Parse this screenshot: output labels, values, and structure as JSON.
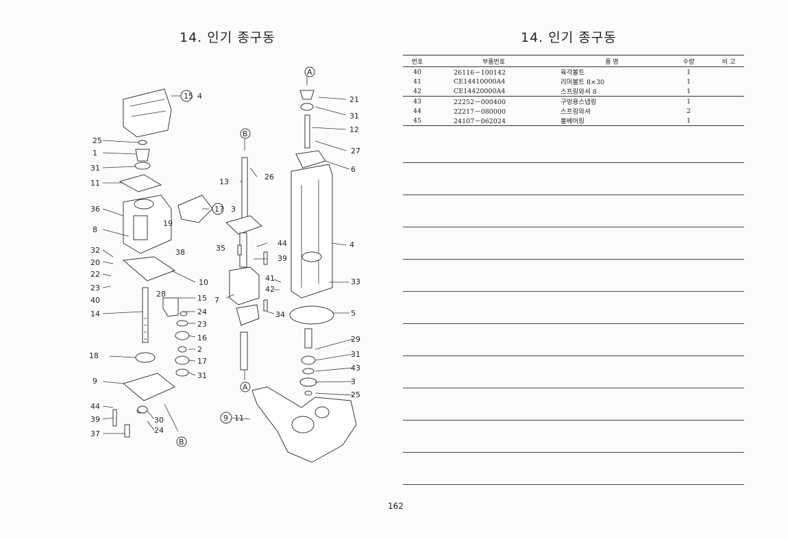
{
  "left_page": {
    "title": "14. 인기 종구동"
  },
  "right_page": {
    "title": "14. 인기 종구동"
  },
  "diagram": {
    "labels": [
      "15",
      "4",
      "21",
      "31",
      "12",
      "27",
      "6",
      "25",
      "1",
      "31",
      "11",
      "26",
      "13",
      "36",
      "17",
      "3",
      "8",
      "19",
      "38",
      "44",
      "35",
      "39",
      "4",
      "32",
      "20",
      "22",
      "23",
      "40",
      "10",
      "41",
      "42",
      "33",
      "28",
      "15",
      "7",
      "14",
      "24",
      "23",
      "34",
      "5",
      "16",
      "2",
      "17",
      "29",
      "31",
      "43",
      "18",
      "31",
      "9",
      "3",
      "25",
      "44",
      "39",
      "30",
      "24",
      "37",
      "9",
      "11"
    ],
    "callouts": [
      "A",
      "B",
      "A",
      "B"
    ]
  },
  "parts_table": {
    "headers": {
      "no": "번호",
      "part_number": "부품번호",
      "name": "품 명",
      "qty": "수량",
      "remarks": "비 고"
    },
    "rows": [
      {
        "no": "40",
        "part_number": "26116－100142",
        "name": "육각볼트",
        "qty": "1",
        "remarks": ""
      },
      {
        "no": "41",
        "part_number": "CE14410000A4",
        "name": "리머볼트 8×30",
        "qty": "1",
        "remarks": ""
      },
      {
        "no": "42",
        "part_number": "CE14420000A4",
        "name": "스프링와셔 8",
        "qty": "1",
        "remarks": ""
      },
      {
        "no": "43",
        "part_number": "22252－000400",
        "name": "구멍용스냅링",
        "qty": "1",
        "remarks": ""
      },
      {
        "no": "44",
        "part_number": "22217－080000",
        "name": "스프링와셔",
        "qty": "2",
        "remarks": ""
      },
      {
        "no": "45",
        "part_number": "24107－062024",
        "name": "볼베어링",
        "qty": "1",
        "remarks": ""
      }
    ]
  },
  "page_number": "162"
}
